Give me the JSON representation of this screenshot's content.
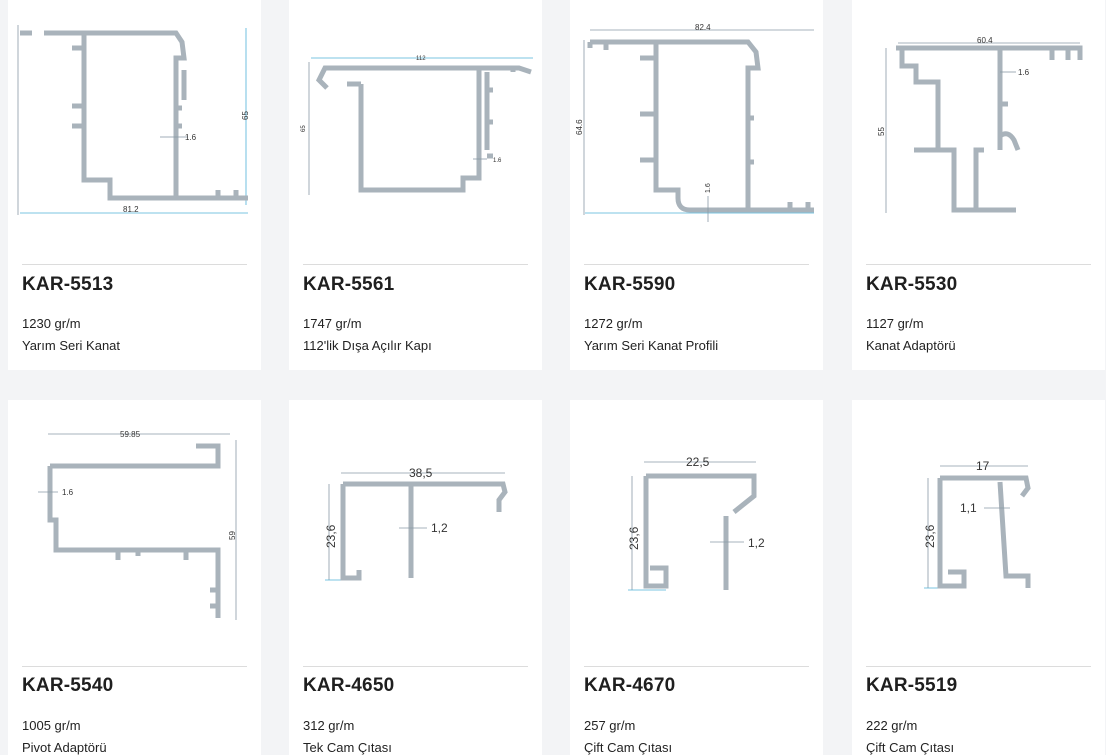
{
  "products": [
    {
      "code": "KAR-5513",
      "weight": "1230 gr/m",
      "name": "Yarım Seri Kanat",
      "dims": [
        "81.2",
        "65",
        "1.6"
      ]
    },
    {
      "code": "KAR-5561",
      "weight": "1747 gr/m",
      "name": "112'lik Dışa Açılır Kapı",
      "dims": [
        "112",
        "65",
        "1.6"
      ]
    },
    {
      "code": "KAR-5590",
      "weight": "1272 gr/m",
      "name": "Yarım Seri Kanat Profili",
      "dims": [
        "82.4",
        "64.6",
        "1.6"
      ]
    },
    {
      "code": "KAR-5530",
      "weight": "1127 gr/m",
      "name": "Kanat Adaptörü",
      "dims": [
        "60.4",
        "55",
        "1.6"
      ]
    },
    {
      "code": "KAR-5540",
      "weight": "1005 gr/m",
      "name": "Pivot Adaptörü",
      "dims": [
        "59.85",
        "59",
        "1.6"
      ]
    },
    {
      "code": "KAR-4650",
      "weight": "312 gr/m",
      "name": "Tek Cam Çıtası",
      "dims": [
        "38,5",
        "23,6",
        "1,2"
      ]
    },
    {
      "code": "KAR-4670",
      "weight": "257 gr/m",
      "name": "Çift Cam Çıtası",
      "dims": [
        "22,5",
        "23,6",
        "1,2"
      ]
    },
    {
      "code": "KAR-5519",
      "weight": "222 gr/m",
      "name": "Çift Cam Çıtası",
      "dims": [
        "17",
        "23,6",
        "1,1"
      ]
    }
  ],
  "colors": {
    "page_bg": "#f3f4f6",
    "card_bg": "#ffffff",
    "profile": "#a9b3bb",
    "dimension_line": "#4fb0d8"
  }
}
